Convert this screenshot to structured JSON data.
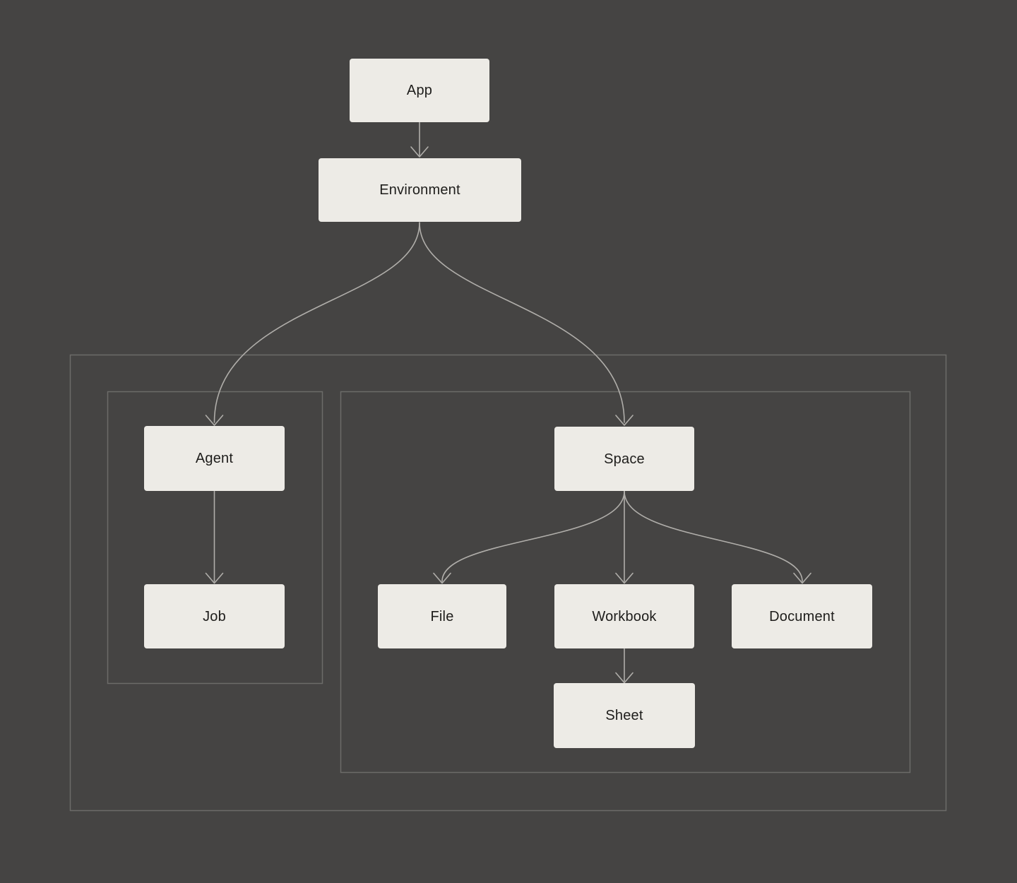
{
  "diagram": {
    "type": "hierarchy",
    "nodes": {
      "app": {
        "label": "App"
      },
      "environment": {
        "label": "Environment"
      },
      "agent": {
        "label": "Agent"
      },
      "job": {
        "label": "Job"
      },
      "space": {
        "label": "Space"
      },
      "file": {
        "label": "File"
      },
      "workbook": {
        "label": "Workbook"
      },
      "document": {
        "label": "Document"
      },
      "sheet": {
        "label": "Sheet"
      }
    },
    "edges": [
      {
        "from": "App",
        "to": "Environment"
      },
      {
        "from": "Environment",
        "to": "Agent"
      },
      {
        "from": "Environment",
        "to": "Space"
      },
      {
        "from": "Agent",
        "to": "Job"
      },
      {
        "from": "Space",
        "to": "File"
      },
      {
        "from": "Space",
        "to": "Workbook"
      },
      {
        "from": "Space",
        "to": "Document"
      },
      {
        "from": "Workbook",
        "to": "Sheet"
      }
    ],
    "groups": [
      {
        "members": [
          "Agent",
          "Job",
          "Space",
          "File",
          "Workbook",
          "Document",
          "Sheet"
        ]
      },
      {
        "members": [
          "Agent",
          "Job"
        ]
      },
      {
        "members": [
          "Space",
          "File",
          "Workbook",
          "Document",
          "Sheet"
        ]
      }
    ]
  },
  "colors": {
    "background": "#454443",
    "node_fill": "#edebe6",
    "node_text": "#1e1d1b",
    "connector": "#b0aeaa",
    "group_border": "#6c6b69"
  }
}
